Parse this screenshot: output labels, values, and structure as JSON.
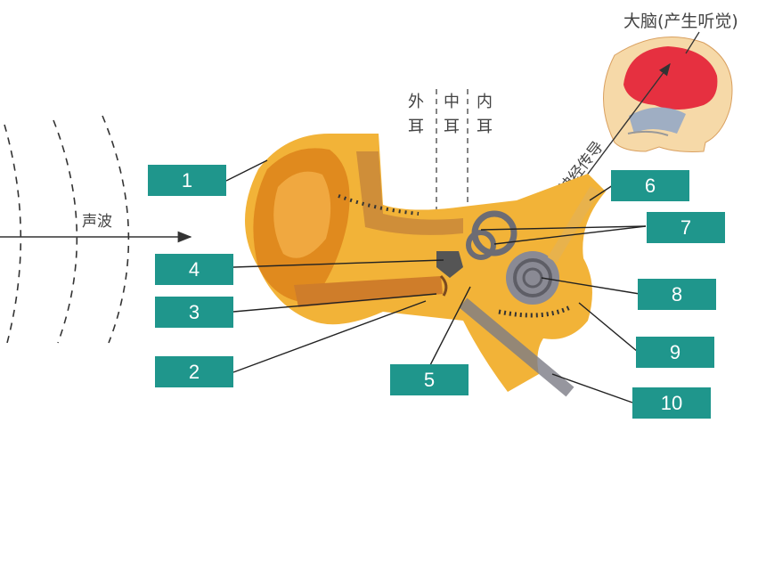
{
  "texts": {
    "brain_caption": "大脑(产生听觉)",
    "sound_wave": "声波",
    "outer_ear_1": "外",
    "outer_ear_2": "耳",
    "middle_ear_1": "中",
    "middle_ear_2": "耳",
    "inner_ear_1": "内",
    "inner_ear_2": "耳",
    "nerve_conduction": "神经传导"
  },
  "labels": [
    "1",
    "2",
    "3",
    "4",
    "5",
    "6",
    "7",
    "8",
    "9",
    "10"
  ],
  "colors": {
    "label_box": "#1f968c",
    "ear_skin": "#f2b338",
    "ear_dark": "#e08a1e",
    "brain": "#e63040",
    "bone_gray": "#7d7d86"
  }
}
